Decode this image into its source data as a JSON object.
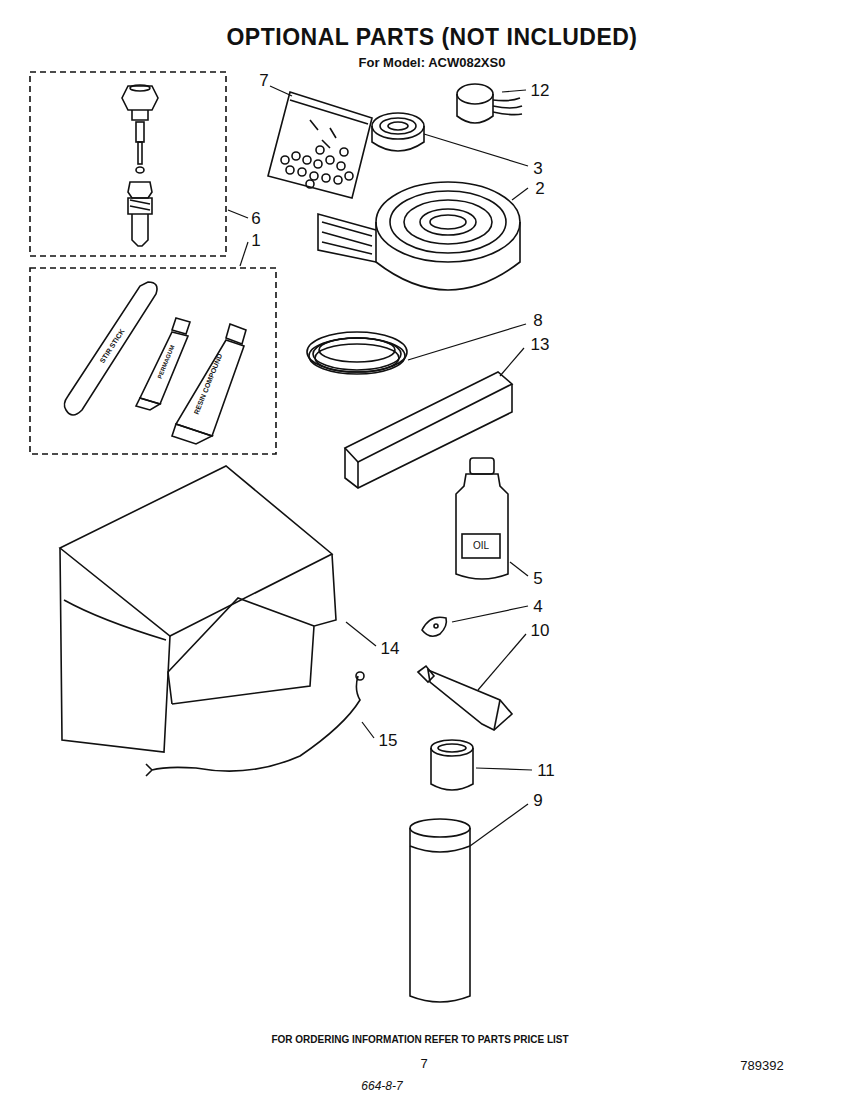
{
  "diagram": {
    "title": "OPTIONAL PARTS   (NOT INCLUDED)",
    "labels": [
      "For Model: ACW082XS0",
      "7",
      "12",
      "3",
      "2",
      "6",
      "1",
      "8",
      "13",
      "5",
      "4",
      "10",
      "14",
      "15",
      "11",
      "9",
      "FOR ORDERING INFORMATION REFER TO PARTS PRICE LIST",
      "7",
      "789392",
      "664-8-7",
      "OIL",
      "STIR STICK",
      "PERMAGUM",
      "RESIN COMPOUND"
    ]
  }
}
